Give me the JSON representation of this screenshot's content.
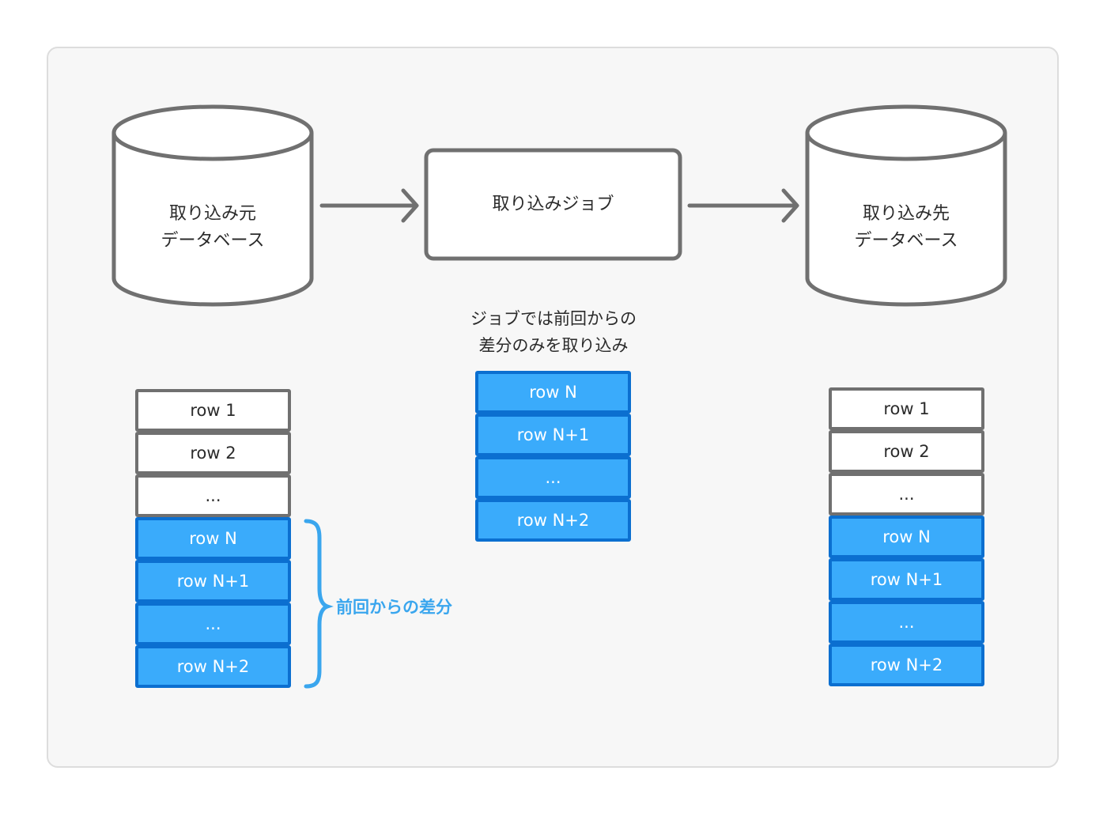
{
  "source_db": {
    "line1": "取り込み元",
    "line2": "データベース"
  },
  "job": {
    "label": "取り込みジョブ"
  },
  "target_db": {
    "line1": "取り込み先",
    "line2": "データベース"
  },
  "job_note": {
    "line1": "ジョブでは前回からの",
    "line2": "差分のみを取り込み"
  },
  "brace_label": "前回からの差分",
  "source_rows": [
    {
      "label": "row 1",
      "diff": false
    },
    {
      "label": "row 2",
      "diff": false
    },
    {
      "label": "...",
      "diff": false
    },
    {
      "label": "row N",
      "diff": true
    },
    {
      "label": "row N+1",
      "diff": true
    },
    {
      "label": "...",
      "diff": true
    },
    {
      "label": "row N+2",
      "diff": true
    }
  ],
  "job_rows": [
    {
      "label": "row N",
      "diff": true
    },
    {
      "label": "row N+1",
      "diff": true
    },
    {
      "label": "...",
      "diff": true
    },
    {
      "label": "row N+2",
      "diff": true
    }
  ],
  "target_rows": [
    {
      "label": "row 1",
      "diff": false
    },
    {
      "label": "row 2",
      "diff": false
    },
    {
      "label": "...",
      "diff": false
    },
    {
      "label": "row N",
      "diff": true
    },
    {
      "label": "row N+1",
      "diff": true
    },
    {
      "label": "...",
      "diff": true
    },
    {
      "label": "row N+2",
      "diff": true
    }
  ],
  "colors": {
    "outline": "#707070",
    "diff_fill": "#3aabfb",
    "diff_border": "#0b6fd0",
    "accent": "#3aa6ee"
  }
}
